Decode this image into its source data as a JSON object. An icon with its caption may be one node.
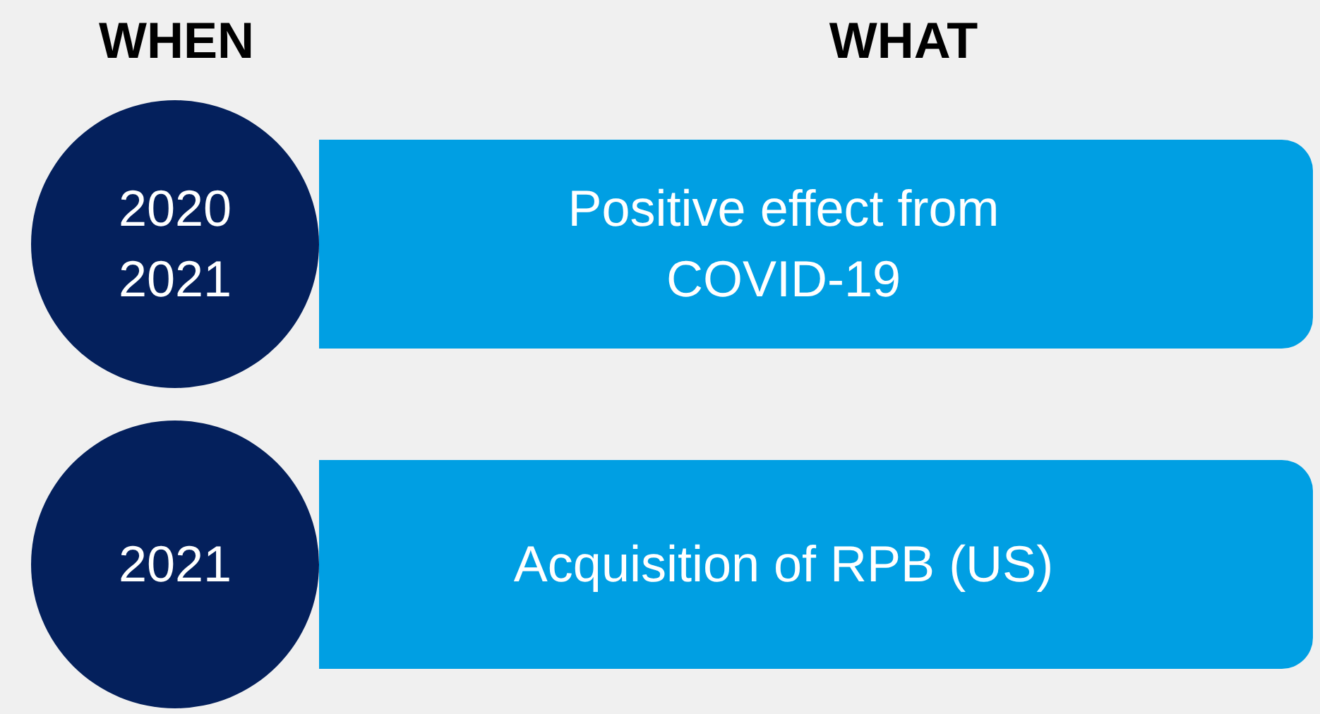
{
  "diagram": {
    "nodes": [
      {
        "text": [
          "2020 2021"
        ]
      },
      {
        "text": [
          "Positive effect from COVID-19"
        ]
      },
      {
        "text": [
          "2021"
        ]
      },
      {
        "text": [
          "Acquisition of RPB (US)"
        ]
      }
    ],
    "labels": [
      "WHEN",
      "WHAT"
    ]
  }
}
